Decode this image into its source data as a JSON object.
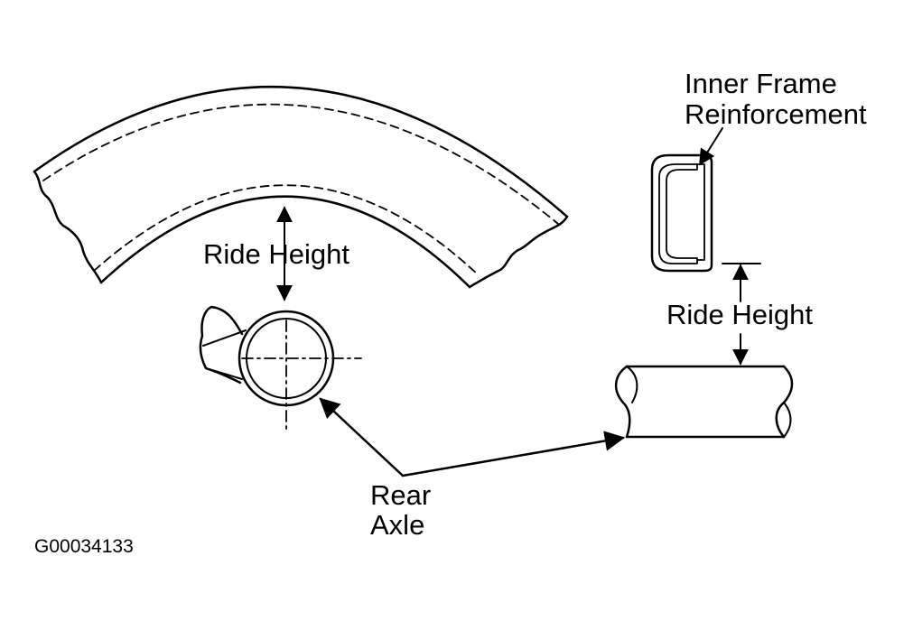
{
  "labels": {
    "ride_height_left": "Ride Height",
    "ride_height_right": "Ride Height",
    "inner_frame_line1": "Inner Frame",
    "inner_frame_line2": "Reinforcement",
    "rear_axle_line1": "Rear",
    "rear_axle_line2": "Axle",
    "figure_id": "G00034133"
  },
  "colors": {
    "ink": "#000000",
    "background": "#ffffff"
  }
}
